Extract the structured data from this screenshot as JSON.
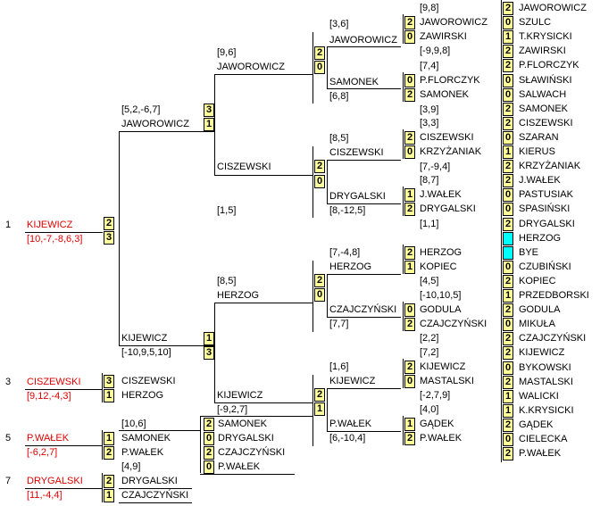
{
  "seeds": [
    {
      "no": "1",
      "name": "KIJEWICZ",
      "scores": "[10,-7,-8,6,3]"
    },
    {
      "no": "3",
      "name": "CISZEWSKI",
      "scores": "[9,12,-4,3]"
    },
    {
      "no": "5",
      "name": "P.WAŁEK",
      "scores": "[-6,2,7]"
    },
    {
      "no": "7",
      "name": "DRYGALSKI",
      "scores": "[11,-4,4]"
    }
  ],
  "col1": [
    {
      "name": "JAWOROWICZ",
      "score": "2"
    },
    {
      "name": "SZULC",
      "score": "0"
    },
    {
      "name": "T.KRYSICKI",
      "score": "1"
    },
    {
      "name": "ZAWIRSKI",
      "score": "2"
    },
    {
      "name": "P.FLORCZYK",
      "score": "2"
    },
    {
      "name": "SŁAWIŃSKI",
      "score": "0"
    },
    {
      "name": "SALWACH",
      "score": "0"
    },
    {
      "name": "SAMONEK",
      "score": "2"
    },
    {
      "name": "CISZEWSKI",
      "score": "2"
    },
    {
      "name": "SZARAN",
      "score": "0"
    },
    {
      "name": "KIERUS",
      "score": "1"
    },
    {
      "name": "KRZYŻANIAK",
      "score": "2"
    },
    {
      "name": "J.WAŁEK",
      "score": "2"
    },
    {
      "name": "PASTUSIAK",
      "score": "0"
    },
    {
      "name": "SPASIŃSKI",
      "score": "0"
    },
    {
      "name": "DRYGALSKI",
      "score": "2"
    },
    {
      "name": "HERZOG",
      "score": ""
    },
    {
      "name": "BYE",
      "score": ""
    },
    {
      "name": "CZUBIŃSKI",
      "score": "0"
    },
    {
      "name": "KOPIEC",
      "score": "2"
    },
    {
      "name": "PRZEDBORSKI",
      "score": "1"
    },
    {
      "name": "GODULA",
      "score": "2"
    },
    {
      "name": "MIKUŁA",
      "score": "0"
    },
    {
      "name": "CZAJCZYŃSKI",
      "score": "2"
    },
    {
      "name": "KIJEWICZ",
      "score": "2"
    },
    {
      "name": "BYKOWSKI",
      "score": "0"
    },
    {
      "name": "MASTALSKI",
      "score": "2"
    },
    {
      "name": "WALICKI",
      "score": "1"
    },
    {
      "name": "K.KRYSICKI",
      "score": "1"
    },
    {
      "name": "GĄDEK",
      "score": "2"
    },
    {
      "name": "CIELECKA",
      "score": "0"
    },
    {
      "name": "P.WAŁEK",
      "score": "2"
    }
  ],
  "r1_scores": [
    "[9,8]",
    "[-9,9,8]",
    "[7,4]",
    "[3,9]",
    "[3,3]",
    "[7,-9,4]",
    "[8,7]",
    "[1,1]",
    "[4,5]",
    "[-10,10,5]",
    "[2,2]",
    "[7,2]",
    "[-2,7,9]",
    "[4,0]"
  ],
  "r2": [
    {
      "name": "JAWOROWICZ",
      "score": "2"
    },
    {
      "name": "ZAWIRSKI",
      "score": "0"
    },
    {
      "name": "P.FLORCZYK",
      "score": "0"
    },
    {
      "name": "SAMONEK",
      "score": "2"
    },
    {
      "name": "CISZEWSKI",
      "score": "2"
    },
    {
      "name": "KRZYŻANIAK",
      "score": "0"
    },
    {
      "name": "J.WAŁEK",
      "score": "1"
    },
    {
      "name": "DRYGALSKI",
      "score": "2"
    },
    {
      "name": "HERZOG",
      "score": "2"
    },
    {
      "name": "KOPIEC",
      "score": "1"
    },
    {
      "name": "GODULA",
      "score": "0"
    },
    {
      "name": "CZAJCZYŃSKI",
      "score": "2"
    },
    {
      "name": "KIJEWICZ",
      "score": "2"
    },
    {
      "name": "MASTALSKI",
      "score": "0"
    },
    {
      "name": "GĄDEK",
      "score": "1"
    },
    {
      "name": "P.WAŁEK",
      "score": "2"
    }
  ],
  "r3": [
    {
      "name": "JAWOROWICZ",
      "top": "[3,6]",
      "score": "2"
    },
    {
      "name": "SAMONEK",
      "bottom": "[6,8]",
      "score": "0"
    },
    {
      "name": "CISZEWSKI",
      "top": "[8,5]",
      "score": "2"
    },
    {
      "name": "DRYGALSKI",
      "bottom": "[8,-12,5]",
      "score": "0"
    },
    {
      "name": "HERZOG",
      "top": "[7,-4,8]",
      "score": "2"
    },
    {
      "name": "CZAJCZYŃSKI",
      "bottom": "[7,7]",
      "score": "0"
    },
    {
      "name": "KIJEWICZ",
      "top": "[1,6]",
      "score": "2"
    },
    {
      "name": "P.WAŁEK",
      "bottom": "[6,-10,4]",
      "score": "1"
    }
  ],
  "r4": [
    {
      "name": "JAWOROWICZ",
      "top": "[9,6]",
      "score": "3"
    },
    {
      "name": "CISZEWSKI",
      "bottom": "[1,5]",
      "score": "1"
    },
    {
      "name": "HERZOG",
      "top": "[8,5]",
      "score": "1"
    },
    {
      "name": "KIJEWICZ",
      "bottom": "[-9,2,7]",
      "score": "3"
    }
  ],
  "r5": [
    {
      "name": "JAWOROWICZ",
      "top": "[5,2,-6,7]",
      "score": "2"
    },
    {
      "name": "KIJEWICZ",
      "bottom": "[-10,9,5,10]",
      "score": "3"
    }
  ],
  "place": {
    "p3": {
      "name": "CISZEWSKI",
      "score": "3"
    },
    "p3b": {
      "name": "HERZOG",
      "score": "1"
    },
    "p5a": {
      "name": "SAMONEK",
      "score": "1",
      "top": "[10,6]"
    },
    "p5b": {
      "name": "P.WAŁEK",
      "score": "2"
    },
    "p5c": {
      "name": "SAMONEK",
      "score": "2"
    },
    "p5d": {
      "name": "DRYGALSKI",
      "score": "0"
    },
    "p5e": {
      "name": "CZAJCZYŃSKI",
      "score": "2"
    },
    "p5f": {
      "name": "P.WAŁEK",
      "score": "0"
    },
    "p7a": {
      "name": "DRYGALSKI",
      "score": "2",
      "top": "[4,9]"
    },
    "p7b": {
      "name": "CZAJCZYŃSKI",
      "score": "1"
    }
  },
  "colors": {
    "score_bg": "#ffff99",
    "bye_bg": "#00ffff",
    "seed_text": "#e00000"
  }
}
